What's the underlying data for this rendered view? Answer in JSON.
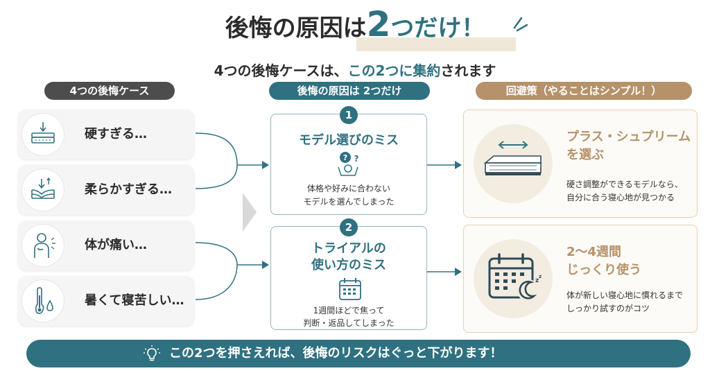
{
  "header": {
    "title_prefix": "後悔の原因は",
    "title_number": "2",
    "title_suffix": "つだけ",
    "title_exclaim": "！",
    "subtitle_prefix": "4つの後悔ケースは、",
    "subtitle_highlight": "この2つに集約",
    "subtitle_suffix": "されます"
  },
  "columns": {
    "cases_header": "4つの後悔ケース",
    "causes_header": "後悔の原因は 2つだけ",
    "solutions_header": "回避策（やることはシンプル！）"
  },
  "cases": [
    {
      "label": "硬すぎる…",
      "icon": "hard-mattress-icon"
    },
    {
      "label": "柔らかすぎる…",
      "icon": "soft-mattress-icon"
    },
    {
      "label": "体が痛い…",
      "icon": "body-pain-icon"
    },
    {
      "label": "暑くて寝苦しい…",
      "icon": "hot-thermometer-icon"
    }
  ],
  "causes": [
    {
      "number": "1",
      "title": "モデル選びのミス",
      "desc_line1": "体格や好みに合わない",
      "desc_line2": "モデルを選んでしまった",
      "icon": "confused-person-icon"
    },
    {
      "number": "2",
      "title_line1": "トライアルの",
      "title_line2": "使い方のミス",
      "desc_line1": "1週間ほどで焦って",
      "desc_line2": "判断・返品してしまった",
      "icon": "calendar-icon"
    }
  ],
  "solutions": [
    {
      "title_line1": "プラス・シュプリーム",
      "title_line2": "を選ぶ",
      "desc_line1": "硬さ調整ができるモデルなら、",
      "desc_line2": "自分に合う寝心地が見つかる",
      "icon": "adjustable-mattress-icon"
    },
    {
      "title_line1": "2〜4週間",
      "title_line2": "じっくり使う",
      "desc_line1": "体が新しい寝心地に慣れるまで",
      "desc_line2": "しっかり試すのがコツ",
      "icon": "calendar-sleep-icon"
    }
  ],
  "footer": {
    "message": "この2つを押さえれば、後悔のリスクはぐっと下がります！",
    "icon": "lightbulb-icon"
  },
  "colors": {
    "teal": "#2f7180",
    "tan": "#b6926a",
    "dark": "#4d4d4d"
  }
}
